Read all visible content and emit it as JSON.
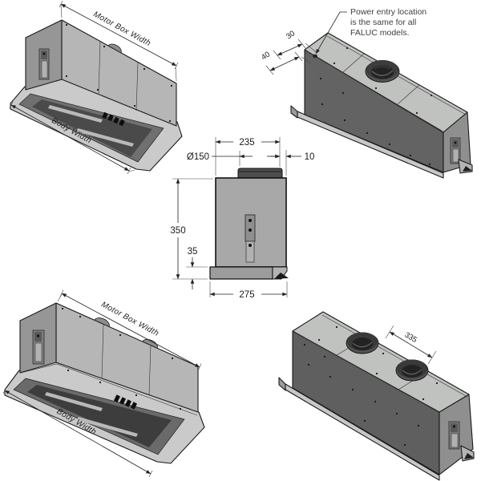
{
  "drawing": {
    "annotation": {
      "lines": [
        "Power entry location",
        "is the same for all",
        "FALUC models."
      ]
    },
    "top_left_view": {
      "motor_box_width_label": "Motor Box Width",
      "body_width_label": "Body Width"
    },
    "top_right_view": {
      "offset_dim_1": "30",
      "offset_dim_2": "40"
    },
    "side_view": {
      "top_width": "235",
      "duct_diameter": "Ø150",
      "rear_offset": "10",
      "height": "350",
      "visor_height": "35",
      "base_depth": "275"
    },
    "bottom_left_view": {
      "motor_box_width_label": "Motor Box Width",
      "body_width_label": "Body Width"
    },
    "bottom_right_view": {
      "duct_spacing": "335"
    },
    "colors": {
      "outline": "#1a1a1a",
      "panel_light": "#b6b6b6",
      "top_face": "#c0c2bf",
      "end_panel": "#8f8f8f",
      "front_face_dark": "#5f5f5f",
      "filter_dark": "#4a4a4a",
      "side_body": "#a8a8a8",
      "duct_collar": "#4a4a4a"
    }
  }
}
